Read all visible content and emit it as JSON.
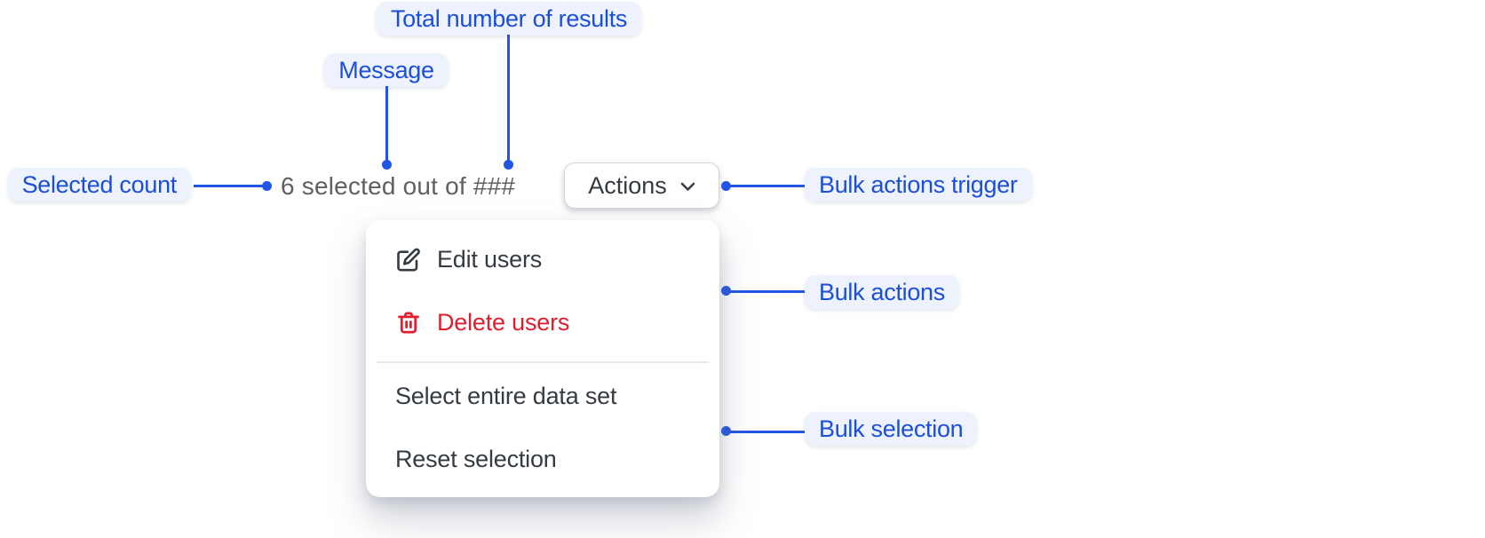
{
  "colors": {
    "accent_blue": "#1c4fd8",
    "connector_blue": "#2155e4",
    "label_bg": "#edf2fd",
    "danger_red": "#e01e2d",
    "text_dark": "#353b43",
    "text_muted": "#5d6165"
  },
  "annotations": {
    "total_results": "Total number of results",
    "message": "Message",
    "selected_count": "Selected count",
    "bulk_actions_trigger": "Bulk actions trigger",
    "bulk_actions": "Bulk actions",
    "bulk_selection": "Bulk selection"
  },
  "component": {
    "message_text": "6 selected out of ###",
    "actions_button": {
      "label": "Actions",
      "icon": "chevron-down-icon"
    },
    "menu": {
      "items": [
        {
          "label": "Edit users",
          "icon": "edit-icon",
          "variant": "default"
        },
        {
          "label": "Delete users",
          "icon": "trash-icon",
          "variant": "danger"
        },
        {
          "divider": true
        },
        {
          "label": "Select entire data set",
          "variant": "default"
        },
        {
          "label": "Reset selection",
          "variant": "default"
        }
      ]
    }
  }
}
